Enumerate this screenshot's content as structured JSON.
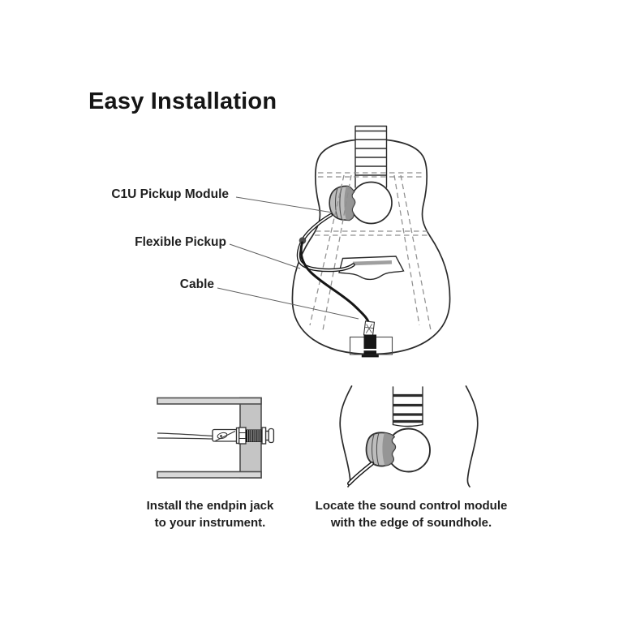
{
  "page": {
    "title": "Easy Installation",
    "background": "#ffffff"
  },
  "main_diagram": {
    "labels": [
      {
        "id": "pickup-module",
        "text": "C1U Pickup Module"
      },
      {
        "id": "flexible-pickup",
        "text": "Flexible Pickup"
      },
      {
        "id": "cable",
        "text": "Cable"
      }
    ]
  },
  "steps": [
    {
      "lines": [
        "Install the endpin jack",
        "to your instrument."
      ]
    },
    {
      "lines": [
        "Locate the sound control module",
        "with the edge of soundhole."
      ]
    }
  ],
  "colors": {
    "ink": "#2b2b2b",
    "text": "#1f1f1f",
    "leader": "#606060",
    "dash_gray": "#8f8f8f",
    "module_fill": "#bdbdbd",
    "module_dark": "#8e8e8e",
    "saddle_gray": "#9f9f9f",
    "wall_gray": "#c5c5c5",
    "panel_gray": "#d8d8d8",
    "bead_gray": "#4a4a4a",
    "cable_black": "#161616",
    "white": "#ffffff"
  }
}
